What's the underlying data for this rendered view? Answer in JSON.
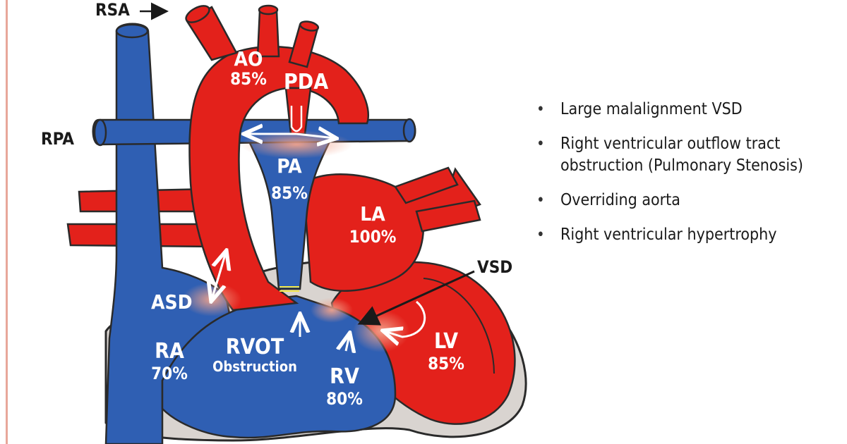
{
  "labels": {
    "rsa": "RSA",
    "rpa": "RPA",
    "ao_name": "AO",
    "ao_sat": "85%",
    "pda": "PDA",
    "pa_name": "PA",
    "pa_sat": "85%",
    "la_name": "LA",
    "la_sat": "100%",
    "asd": "ASD",
    "vsd": "VSD",
    "ra_name": "RA",
    "ra_sat": "70%",
    "rvot": "RVOT",
    "rvot_sub": "Obstruction",
    "rv_name": "RV",
    "rv_sat": "80%",
    "lv_name": "LV",
    "lv_sat": "85%"
  },
  "bullets": [
    "Large malalignment VSD",
    "Right ventricular outflow tract obstruction (Pulmonary Stenosis)",
    "Overriding aorta",
    "Right ventricular hypertrophy"
  ],
  "colors": {
    "oxygenated": "#e3211b",
    "deoxygenated": "#2f5fb3",
    "pericardium": "#d9d4d0",
    "outline": "#2a2a2a"
  }
}
